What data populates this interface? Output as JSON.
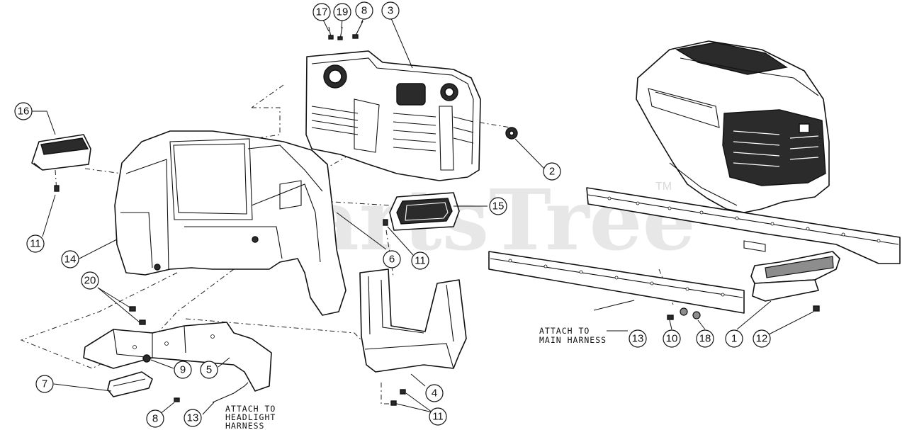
{
  "watermark": {
    "text": "PartsTree",
    "trademark": "TM"
  },
  "callouts": [
    {
      "id": "c17",
      "label": "17"
    },
    {
      "id": "c19",
      "label": "19"
    },
    {
      "id": "c8a",
      "label": "8"
    },
    {
      "id": "c3",
      "label": "3"
    },
    {
      "id": "c16",
      "label": "16"
    },
    {
      "id": "c2",
      "label": "2"
    },
    {
      "id": "c15",
      "label": "15"
    },
    {
      "id": "c11a",
      "label": "11"
    },
    {
      "id": "c14",
      "label": "14"
    },
    {
      "id": "c6",
      "label": "6"
    },
    {
      "id": "c11b",
      "label": "11"
    },
    {
      "id": "c20",
      "label": "20"
    },
    {
      "id": "c9",
      "label": "9"
    },
    {
      "id": "c5",
      "label": "5"
    },
    {
      "id": "c7",
      "label": "7"
    },
    {
      "id": "c8b",
      "label": "8"
    },
    {
      "id": "c13a",
      "label": "13"
    },
    {
      "id": "c4",
      "label": "4"
    },
    {
      "id": "c11c",
      "label": "11"
    },
    {
      "id": "c13b",
      "label": "13"
    },
    {
      "id": "c10",
      "label": "10"
    },
    {
      "id": "c18",
      "label": "18"
    },
    {
      "id": "c1",
      "label": "1"
    },
    {
      "id": "c12",
      "label": "12"
    }
  ],
  "notes": {
    "main_harness": [
      "ATTACH TO",
      "MAIN HARNESS"
    ],
    "headlight_harness": [
      "ATTACH TO",
      "HEADLIGHT",
      "HARNESS"
    ]
  }
}
